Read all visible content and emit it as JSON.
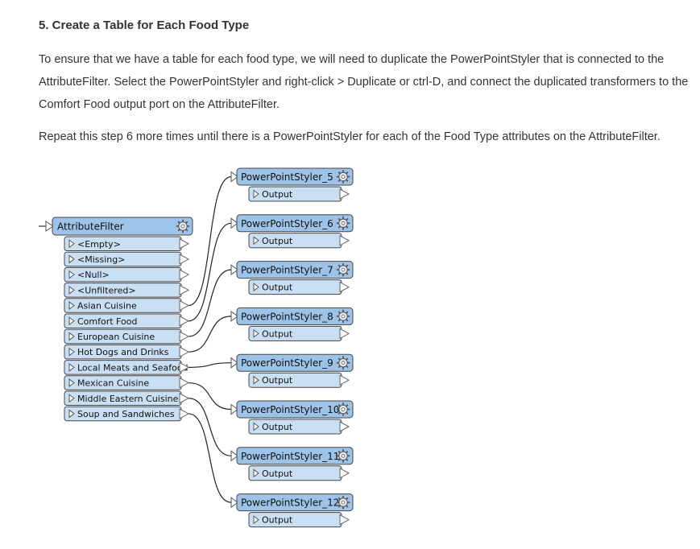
{
  "heading": "5. Create a Table for Each Food Type",
  "paragraph1": "To ensure that we have a table for each food type, we will need to duplicate the PowerPointStyler that is connected to the AttributeFilter. Select the PowerPointStyler and right-click > Duplicate or ctrl-D, and connect the duplicated transformers to the Comfort Food output port on the AttributeFilter.",
  "paragraph2": "Repeat this step 6 more times until there is a PowerPointStyler for each of the Food Type attributes on the AttributeFilter.",
  "diagram": {
    "filter": {
      "title": "AttributeFilter",
      "ports": [
        "<Empty>",
        "<Missing>",
        "<Null>",
        "<Unfiltered>",
        "Asian Cuisine",
        "Comfort Food",
        "European Cuisine",
        "Hot Dogs and Drinks",
        "Local Meats and Seafood",
        "Mexican Cuisine",
        "Middle Eastern Cuisine",
        "Soup and Sandwiches"
      ]
    },
    "stylers": [
      {
        "title": "PowerPointStyler_5",
        "output": "Output"
      },
      {
        "title": "PowerPointStyler_6",
        "output": "Output"
      },
      {
        "title": "PowerPointStyler_7",
        "output": "Output"
      },
      {
        "title": "PowerPointStyler_8",
        "output": "Output"
      },
      {
        "title": "PowerPointStyler_9",
        "output": "Output"
      },
      {
        "title": "PowerPointStyler_10",
        "output": "Output"
      },
      {
        "title": "PowerPointStyler_11",
        "output": "Output"
      },
      {
        "title": "PowerPointStyler_12",
        "output": "Output"
      }
    ],
    "links": [
      {
        "from": "Asian Cuisine",
        "to": "PowerPointStyler_5"
      },
      {
        "from": "Comfort Food",
        "to": "PowerPointStyler_6"
      },
      {
        "from": "European Cuisine",
        "to": "PowerPointStyler_7"
      },
      {
        "from": "Hot Dogs and Drinks",
        "to": "PowerPointStyler_8"
      },
      {
        "from": "Local Meats and Seafood",
        "to": "PowerPointStyler_9"
      },
      {
        "from": "Mexican Cuisine",
        "to": "PowerPointStyler_10"
      },
      {
        "from": "Middle Eastern Cuisine",
        "to": "PowerPointStyler_11"
      },
      {
        "from": "Soup and Sandwiches",
        "to": "PowerPointStyler_12"
      }
    ],
    "colors": {
      "node_fill": "#b6d2ee",
      "node_header": "#9dc3e8",
      "port_fill": "#c9dff3",
      "border": "#444444",
      "connector": "#222222"
    }
  }
}
